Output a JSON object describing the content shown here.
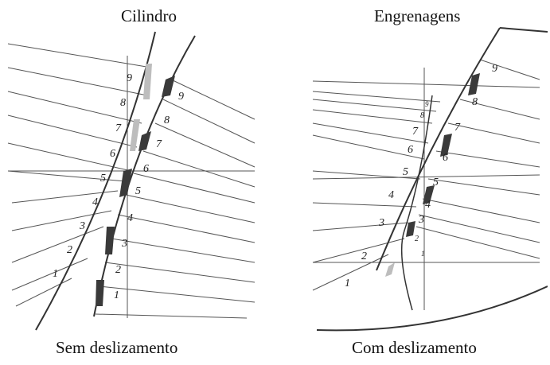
{
  "top_labels": {
    "left": "Cilindro",
    "right": "Engrenagens"
  },
  "bottom_labels": {
    "left": "Sem deslizamento",
    "right": "Com deslizamento"
  },
  "left_numbers_outer": [
    "1",
    "2",
    "3",
    "4",
    "5",
    "6",
    "7",
    "8",
    "9"
  ],
  "left_numbers_inner": [
    "1",
    "2",
    "3",
    "4",
    "5",
    "6",
    "7",
    "8",
    "9"
  ],
  "right_numbers_outer": [
    "1",
    "2",
    "3",
    "4",
    "5",
    "6",
    "7",
    "8",
    "9"
  ],
  "right_numbers_inner": [
    "1",
    "2",
    "3",
    "4",
    "5",
    "6",
    "7",
    "8",
    "9"
  ],
  "colors": {
    "line": "#444444",
    "curve": "#333333",
    "dark_mark": "#3a3a3a",
    "light_mark": "#bbbbbb"
  }
}
